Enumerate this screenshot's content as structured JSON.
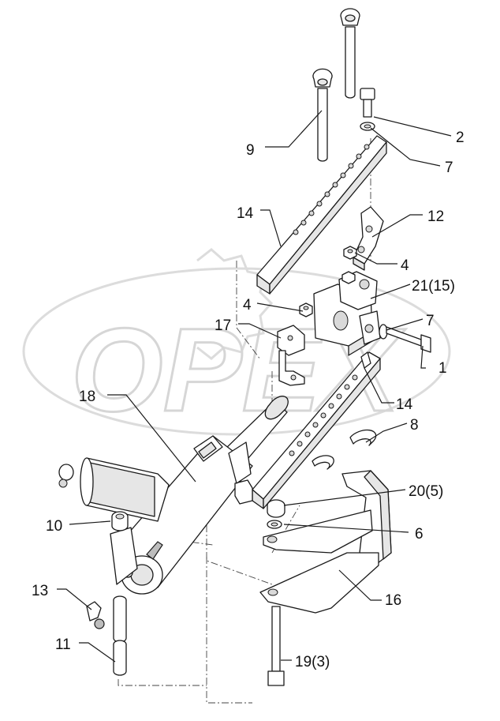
{
  "callouts": {
    "c2": "2",
    "c7a": "7",
    "c9": "9",
    "c14a": "14",
    "c12": "12",
    "c4a": "4",
    "c21": "21(15)",
    "c4b": "4",
    "c7b": "7",
    "c17": "17",
    "c1": "1",
    "c18": "18",
    "c14b": "14",
    "c8": "8",
    "c20": "20(5)",
    "c10": "10",
    "c6": "6",
    "c16": "16",
    "c13": "13",
    "c11": "11",
    "c19": "19(3)"
  },
  "watermark": {
    "text": "OPEX"
  },
  "colors": {
    "line": "#1a1a1a",
    "watermark": "#dcdcdc",
    "background": "#ffffff"
  }
}
